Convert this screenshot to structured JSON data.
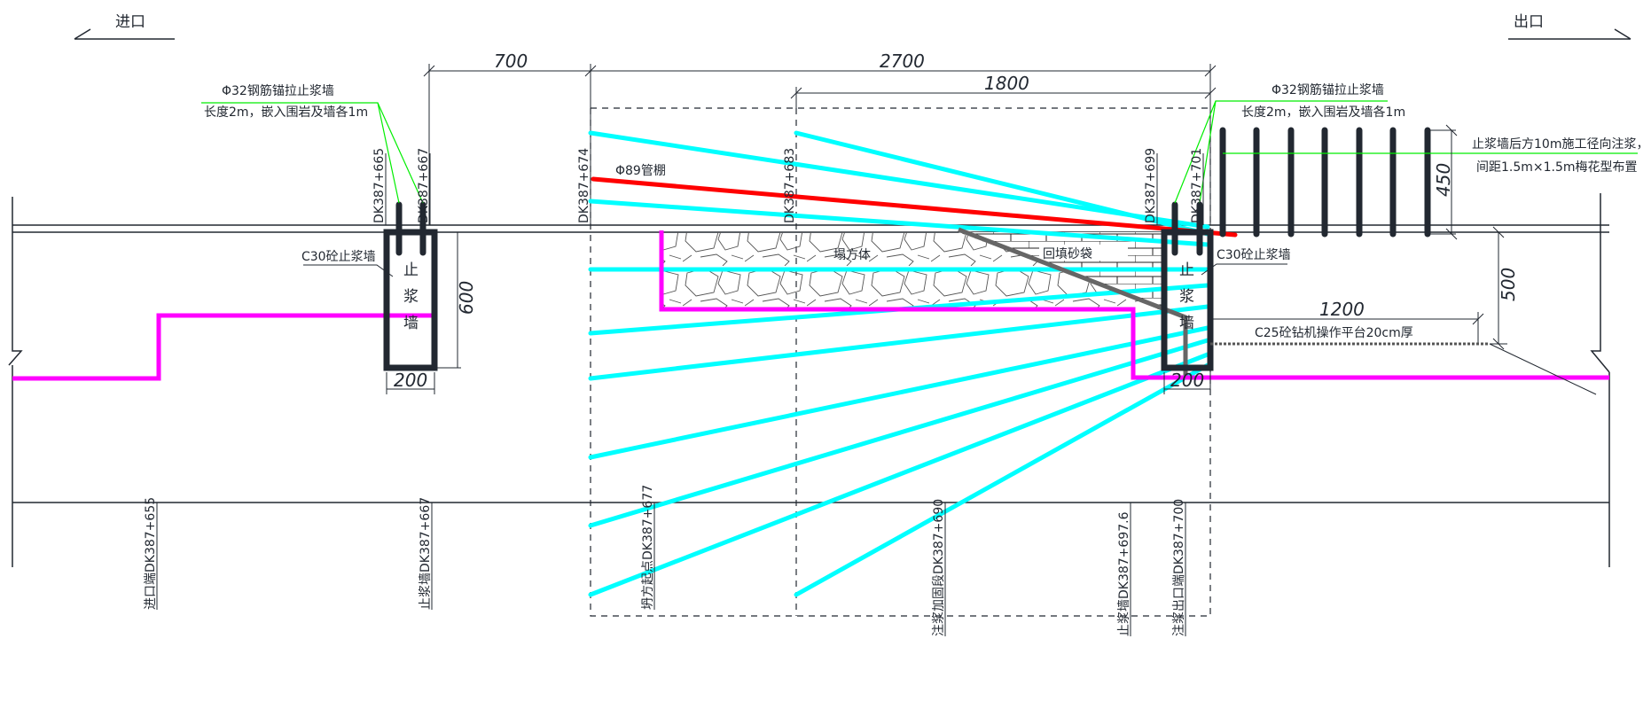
{
  "labels": {
    "entrance": "进口",
    "exit": "出口"
  },
  "dimensions": {
    "d700": "700",
    "d2700": "2700",
    "d1800": "1800",
    "d600": "600",
    "d200_left": "200",
    "d200_right": "200",
    "d450": "450",
    "d500": "500",
    "d1200": "1200"
  },
  "annotations": {
    "anchor_left_1": "Φ32钢筋锚拉止浆墙",
    "anchor_left_2": "长度2m，嵌入围岩及墙各1m",
    "anchor_right_1": "Φ32钢筋锚拉止浆墙",
    "anchor_right_2": "长度2m，嵌入围岩及墙各1m",
    "wall_left": "C30砼止浆墙",
    "wall_right": "C30砼止浆墙",
    "wall_text": [
      "止",
      "浆",
      "墙"
    ],
    "pipe_roof": "Φ89管棚",
    "collapse": "塌方体",
    "backfill": "回填砂袋",
    "radial_1": "止浆墙后方10m施工径向注浆，",
    "radial_2": "间距1.5m×1.5m梅花型布置",
    "platform": "C25砼钻机操作平台20cm厚"
  },
  "stations_top": [
    "DK387+665",
    "DK387+667",
    "DK387+674",
    "DK387+683",
    "DK387+699",
    "DK387+701"
  ],
  "stations_bottom": [
    "进口端DK387+655",
    "止浆墙DK387+667",
    "坍方起点DK387+677",
    "注浆加固段DK387+690",
    "止浆墙DK387+697.6",
    "注浆出口端DK387+700"
  ],
  "colors": {
    "grout_holes": "#00ffff",
    "pipe_roof": "#ff0000",
    "excavation": "#ff00ff",
    "leader": "#00ee00"
  }
}
